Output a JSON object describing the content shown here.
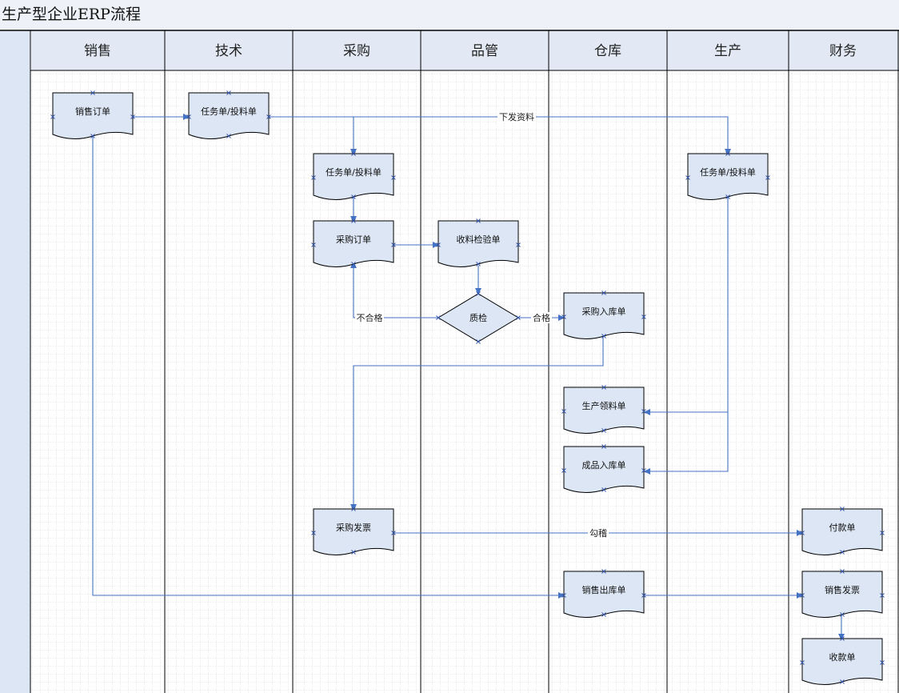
{
  "title": "生产型企业ERP流程",
  "lanes": [
    "销售",
    "技术",
    "采购",
    "品管",
    "仓库",
    "生产",
    "财务"
  ],
  "nodes": {
    "sales_order": "销售订单",
    "tech_task": "任务单/投料单",
    "purch_task": "任务单/投料单",
    "prod_task": "任务单/投料单",
    "purch_order": "采购订单",
    "recv_inspect": "收料检验单",
    "qc": "质检",
    "purch_in": "采购入库单",
    "prod_pick": "生产领料单",
    "fg_in": "成品入库单",
    "purch_invoice": "采购发票",
    "payment": "付款单",
    "sales_out": "销售出库单",
    "sales_invoice": "销售发票",
    "receipt": "收款单"
  },
  "edge_labels": {
    "issue": "下发资料",
    "fail": "不合格",
    "pass": "合格",
    "match": "勾稽"
  },
  "colors": {
    "shape_fill": "#dce6f4",
    "header_fill": "#e2e9f4",
    "side_strip": "#dce6f4",
    "edge": "#4472c4",
    "grid": "#b8b8b8"
  }
}
